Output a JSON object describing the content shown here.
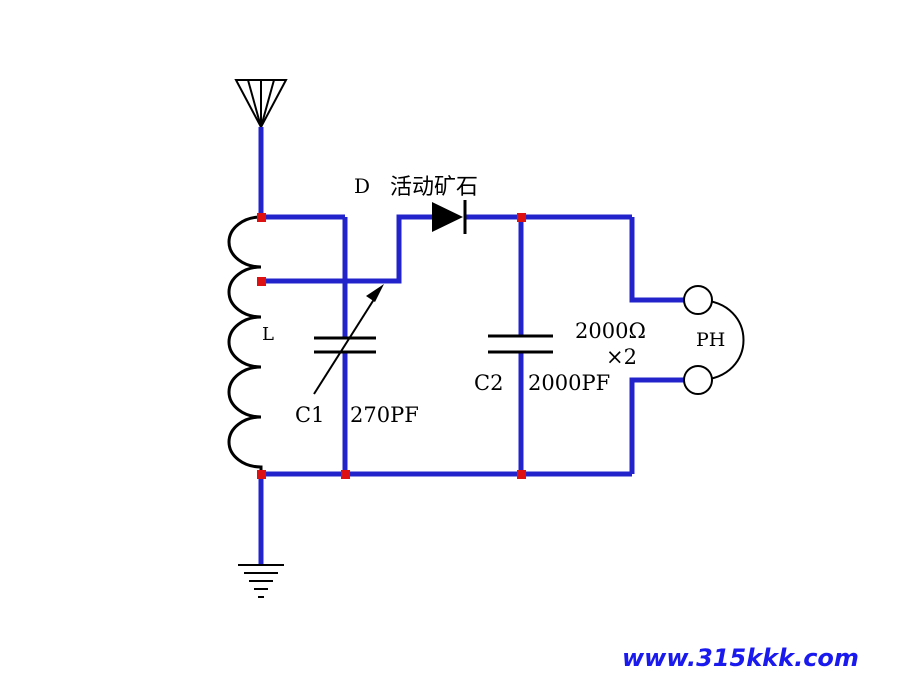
{
  "diagram": {
    "label_d": "D",
    "label_crystal": "活动矿石",
    "label_l": "L",
    "label_c1": "C1",
    "label_c1_value": "270PF",
    "label_c2": "C2",
    "label_c2_value": "2000PF",
    "label_ph_impedance": "2000Ω",
    "label_ph_count": "×2",
    "label_ph": "PH"
  },
  "watermark": "www.315kkk.com",
  "colors": {
    "wire": "#2323cc",
    "node": "#dd1111",
    "component": "#000000",
    "watermark": "#1a1aee"
  }
}
